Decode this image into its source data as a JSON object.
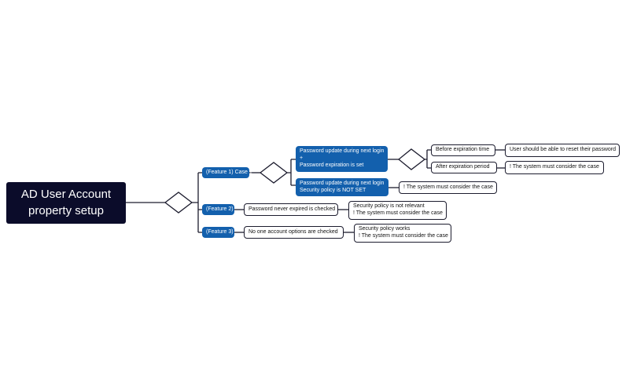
{
  "root": {
    "line1": "AD User Account",
    "line2": "property setup"
  },
  "features": {
    "f1": "(Feature 1) Case 1",
    "f2": "(Feature 2)",
    "f3": "(Feature 3)"
  },
  "case1": {
    "branch_a": {
      "line1": "Password update during next login",
      "line2": "+",
      "line3": "Password expiration is set"
    },
    "branch_b": {
      "line1": "Password update during next login",
      "line2": "Security policy is NOT SET"
    },
    "branch_b_result": "! The system must consider the case",
    "before": "Before expiration time",
    "before_result": "User should be able to reset their password",
    "after": "After expiration period",
    "after_result": "! The system must consider the case"
  },
  "feature2": {
    "condition": "Password never expired is checked",
    "result_line1": "Security policy is not relevant",
    "result_line2": "! The system must consider the case"
  },
  "feature3": {
    "condition": "No one account options are checked",
    "result_line1": "Security policy works",
    "result_line2": "! The system must consider the case"
  },
  "colors": {
    "root_bg": "#0b0c2a",
    "feature_bg": "#1360ad",
    "line": "#1c1c2e"
  }
}
